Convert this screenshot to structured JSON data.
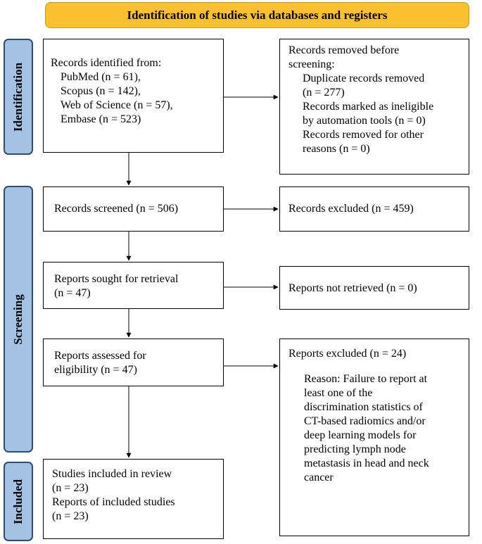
{
  "header": {
    "title": "Identification of studies via databases and registers"
  },
  "phases": {
    "identification": "Identification",
    "screening": "Screening",
    "included": "Included"
  },
  "identified": {
    "heading": "Records identified from:",
    "sources": [
      "PubMed (n = 61),",
      "Scopus (n = 142),",
      "Web of Science (n = 57),",
      "Embase (n = 523)"
    ]
  },
  "removed": {
    "heading_1": "Records removed before",
    "heading_2": "screening:",
    "lines": [
      "Duplicate records removed",
      "(n = 277)",
      "Records marked as ineligible",
      "by automation tools (n = 0)",
      "Records removed for other",
      "reasons (n = 0)"
    ]
  },
  "screened": {
    "text": "Records screened (n = 506)"
  },
  "excluded": {
    "text": "Records excluded (n = 459)"
  },
  "sought": {
    "line1": "Reports sought for retrieval",
    "line2": "(n = 47)"
  },
  "not_retrieved": {
    "text": "Reports not retrieved (n = 0)"
  },
  "assessed": {
    "line1": "Reports assessed for",
    "line2": "eligibility (n = 47)"
  },
  "reports_excluded": {
    "heading": "Reports excluded (n = 24)",
    "reason_lines": [
      "Reason: Failure to report at",
      "least one of the",
      "discrimination statistics of",
      "CT-based radiomics and/or",
      "deep learning models for",
      "predicting lymph node",
      "metastasis in head and neck",
      "cancer"
    ]
  },
  "included": {
    "lines": [
      "Studies included in review",
      "(n = 23)",
      "Reports of included studies",
      "(n = 23)"
    ]
  }
}
